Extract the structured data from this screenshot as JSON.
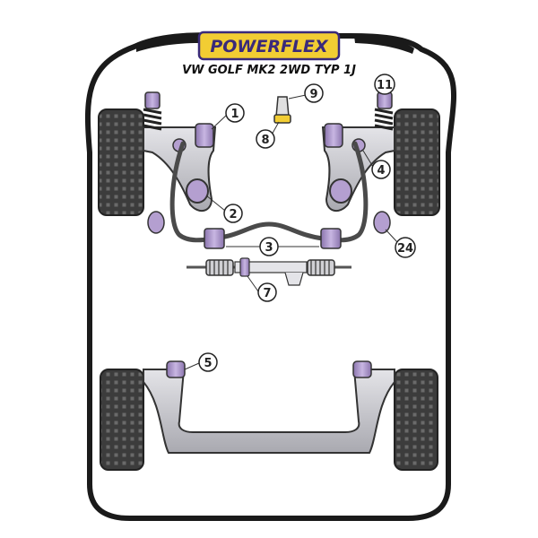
{
  "brand": "POWERFLEX",
  "model": "VW GOLF MK2 2WD TYP 1J",
  "colors": {
    "bushing": "#b49fd0",
    "bushing_dark": "#8a74ad",
    "body_outline": "#1a1a1a",
    "arm": "#cfcfd4",
    "tyre": "#3c3c3c",
    "logo_bg": "#f2cd33",
    "logo_text": "#3a2a7a"
  },
  "callouts": [
    {
      "label": "1",
      "part": "front wishbone bush (front)"
    },
    {
      "label": "2",
      "part": "front wishbone bush (rear)"
    },
    {
      "label": "3",
      "part": "front anti-roll bar bush"
    },
    {
      "label": "4",
      "part": "front wishbone bush (front)"
    },
    {
      "label": "5",
      "part": "rear beam mount bush"
    },
    {
      "label": "7",
      "part": "steering rack mount bush"
    },
    {
      "label": "8",
      "part": "engine mount insert"
    },
    {
      "label": "9",
      "part": "engine mount"
    },
    {
      "label": "11",
      "part": "top mount"
    },
    {
      "label": "24",
      "part": "front wishbone bush"
    }
  ]
}
